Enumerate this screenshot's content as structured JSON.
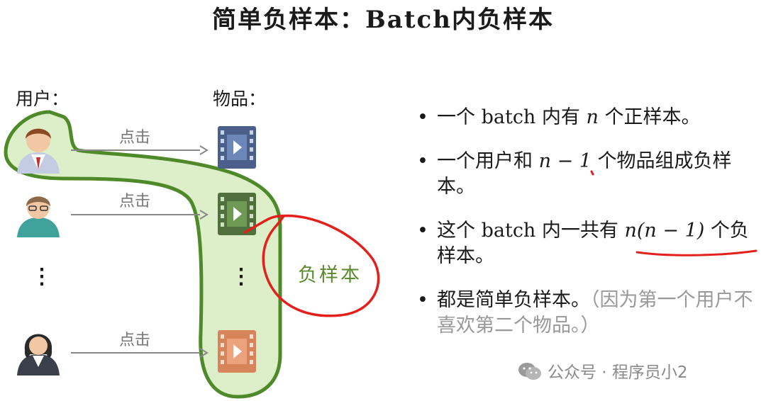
{
  "title": "简单负样本：Batch内负样本",
  "users_heading": "用户：",
  "items_heading": "物品：",
  "click_label": "点击",
  "negative_label": "负样本",
  "bullets": [
    {
      "parts": [
        "一个 batch 内有 ",
        "n",
        " 个正样本。"
      ]
    },
    {
      "parts": [
        "一个用户和 ",
        "n − 1",
        " 个物品组成负样本。"
      ]
    },
    {
      "parts": [
        "这个 batch 内一共有 ",
        "n(n − 1)",
        " 个负样本。"
      ]
    },
    {
      "main": "都是简单负样本。",
      "note": "（因为第一个用户不喜欢第二个物品。）"
    }
  ],
  "watermark": "公众号 · 程序员小2",
  "colors": {
    "highlight_fill": "#dcefc8",
    "highlight_stroke": "#4f8a2a",
    "annotation_red": "#e3201b",
    "video_blue": "#4a5f8a",
    "video_green": "#4f6f3c",
    "video_orange": "#d7845a"
  },
  "icons": {
    "user": "person-avatar-icon",
    "item": "video-file-icon",
    "arrow": "arrow-right-icon"
  }
}
